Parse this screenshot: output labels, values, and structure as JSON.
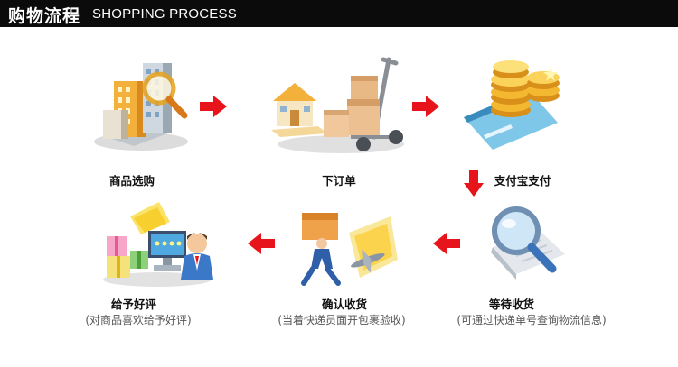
{
  "header": {
    "title_zh": "购物流程",
    "title_en": "SHOPPING PROCESS"
  },
  "colors": {
    "header_bg": "#0b0b0b",
    "arrow": "#e8141c"
  },
  "steps": [
    {
      "label": "商品选购",
      "icon": "building-magnifier-icon"
    },
    {
      "label": "下订单",
      "icon": "house-boxes-cart-icon"
    },
    {
      "label": "支付宝支付",
      "icon": "coins-card-icon"
    },
    {
      "label": "等待收货",
      "sub": "(可通过快递单号查询物流信息)",
      "icon": "magnifier-document-icon"
    },
    {
      "label": "确认收货",
      "sub": "(当着快递员面开包裹验收)",
      "icon": "courier-package-plane-icon"
    },
    {
      "label": "给予好评",
      "sub": "(对商品喜欢给予好评)",
      "icon": "gifts-computer-service-icon"
    }
  ]
}
